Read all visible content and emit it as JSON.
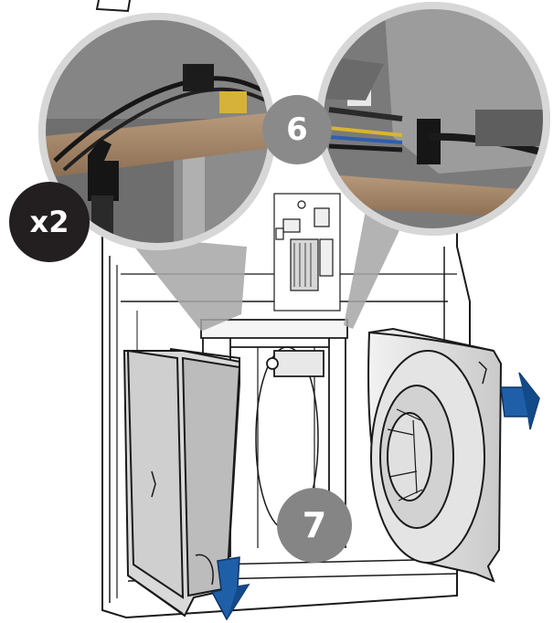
{
  "steps": {
    "step_6": "6",
    "step_7": "7"
  },
  "quantity_badge": "x2",
  "colors": {
    "outline": "#1a1a1a",
    "panel_fill": "#ffffff",
    "fan_housing_fill": "#dcdcdc",
    "step_badge_fill": "#8a8a8a",
    "quantity_badge_fill": "#231f20",
    "arrow_blue": "#1f5fa8",
    "foam_gray": "#9c9c9c",
    "wood_tan": "#a08468"
  },
  "icons": {
    "removal_arrow_right": "blue-arrow-right-icon",
    "removal_arrow_down": "blue-arrow-down-icon"
  }
}
